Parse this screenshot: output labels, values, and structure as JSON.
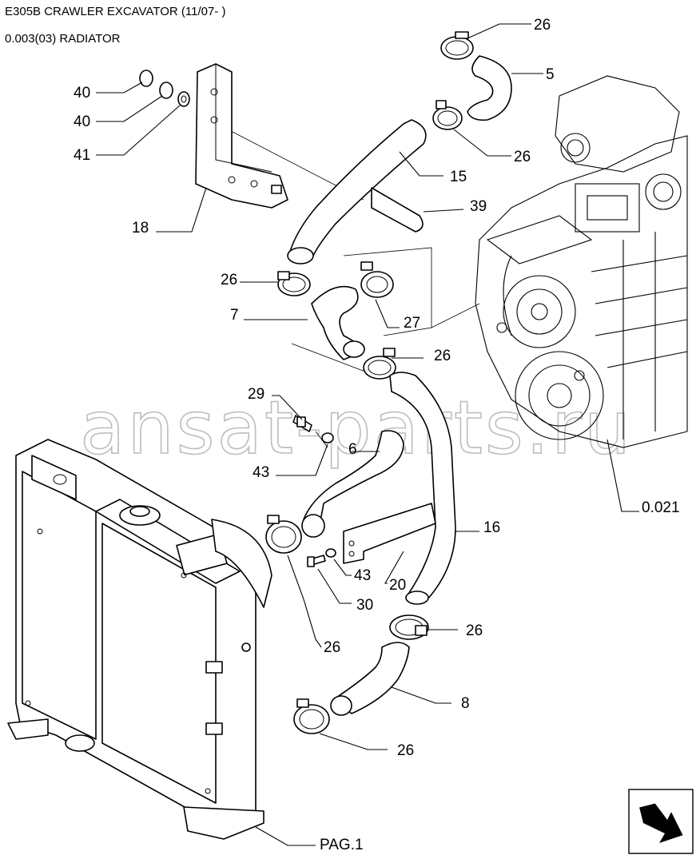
{
  "header": {
    "title": "E305B CRAWLER EXCAVATOR (11/07- )",
    "section": "0.003(03) RADIATOR"
  },
  "watermark": "ansat-parts.ru",
  "callouts": [
    {
      "id": "c-26-top",
      "text": "26"
    },
    {
      "id": "c-5",
      "text": "5"
    },
    {
      "id": "c-40a",
      "text": "40"
    },
    {
      "id": "c-40b",
      "text": "40"
    },
    {
      "id": "c-41",
      "text": "41"
    },
    {
      "id": "c-26-b",
      "text": "26"
    },
    {
      "id": "c-15",
      "text": "15"
    },
    {
      "id": "c-39",
      "text": "39"
    },
    {
      "id": "c-18",
      "text": "18"
    },
    {
      "id": "c-26-c",
      "text": "26"
    },
    {
      "id": "c-7",
      "text": "7"
    },
    {
      "id": "c-27",
      "text": "27"
    },
    {
      "id": "c-26-d",
      "text": "26"
    },
    {
      "id": "c-29",
      "text": "29"
    },
    {
      "id": "c-6",
      "text": "6"
    },
    {
      "id": "c-43a",
      "text": "43"
    },
    {
      "id": "c-0021",
      "text": "0.021"
    },
    {
      "id": "c-16",
      "text": "16"
    },
    {
      "id": "c-43b",
      "text": "43"
    },
    {
      "id": "c-20",
      "text": "20"
    },
    {
      "id": "c-30",
      "text": "30"
    },
    {
      "id": "c-26-e",
      "text": "26"
    },
    {
      "id": "c-26-f",
      "text": "26"
    },
    {
      "id": "c-8",
      "text": "8"
    },
    {
      "id": "c-26-g",
      "text": "26"
    },
    {
      "id": "c-pag",
      "text": "PAG.1"
    }
  ],
  "nav": {
    "next_icon": "next-page-arrow-icon"
  }
}
